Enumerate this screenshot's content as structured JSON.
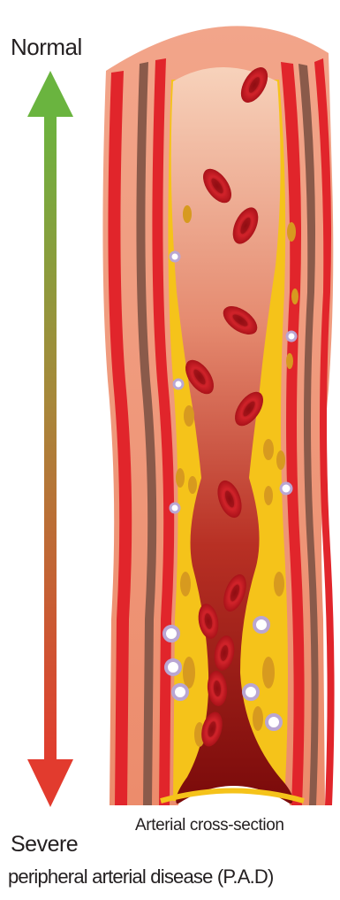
{
  "labels": {
    "top": "Normal",
    "bottom": "Severe",
    "condition": "peripheral arterial disease (P.A.D)",
    "caption": "Arterial cross-section"
  },
  "colors": {
    "arrow_top": "#6ab43f",
    "arrow_bottom": "#e23b2e",
    "artery_outer": "#ef9a7c",
    "artery_wall_red": "#e1252b",
    "artery_wall_brown": "#8a5a4a",
    "plaque": "#f5c31a",
    "plaque_spots": "#d79a1f",
    "lumen_light": "#f6c9ae",
    "lumen_dark": "#8e0d0d",
    "red_cell": "#c8161d",
    "white_cell": "#b9a6d3"
  },
  "icons": [
    "gradient-severity-arrow",
    "artery-illustration",
    "red-blood-cell",
    "white-blood-cell",
    "plaque-deposit"
  ]
}
